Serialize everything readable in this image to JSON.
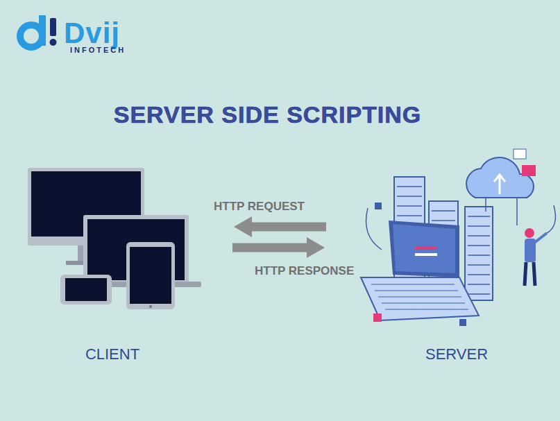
{
  "diagram": {
    "title": "SERVER SIDE SCRIPTING",
    "nodes": [
      {
        "text": [
          "CLIENT"
        ]
      },
      {
        "text": [
          "SERVER"
        ]
      }
    ],
    "edges": [
      {
        "from": 1,
        "to": 0,
        "label": "HTTP REQUEST",
        "arrow": "to"
      },
      {
        "from": 0,
        "to": 1,
        "label": "HTTP RESPONSE",
        "arrow": "to"
      }
    ],
    "labels": [
      "Dvij",
      "INFOTECH"
    ]
  }
}
